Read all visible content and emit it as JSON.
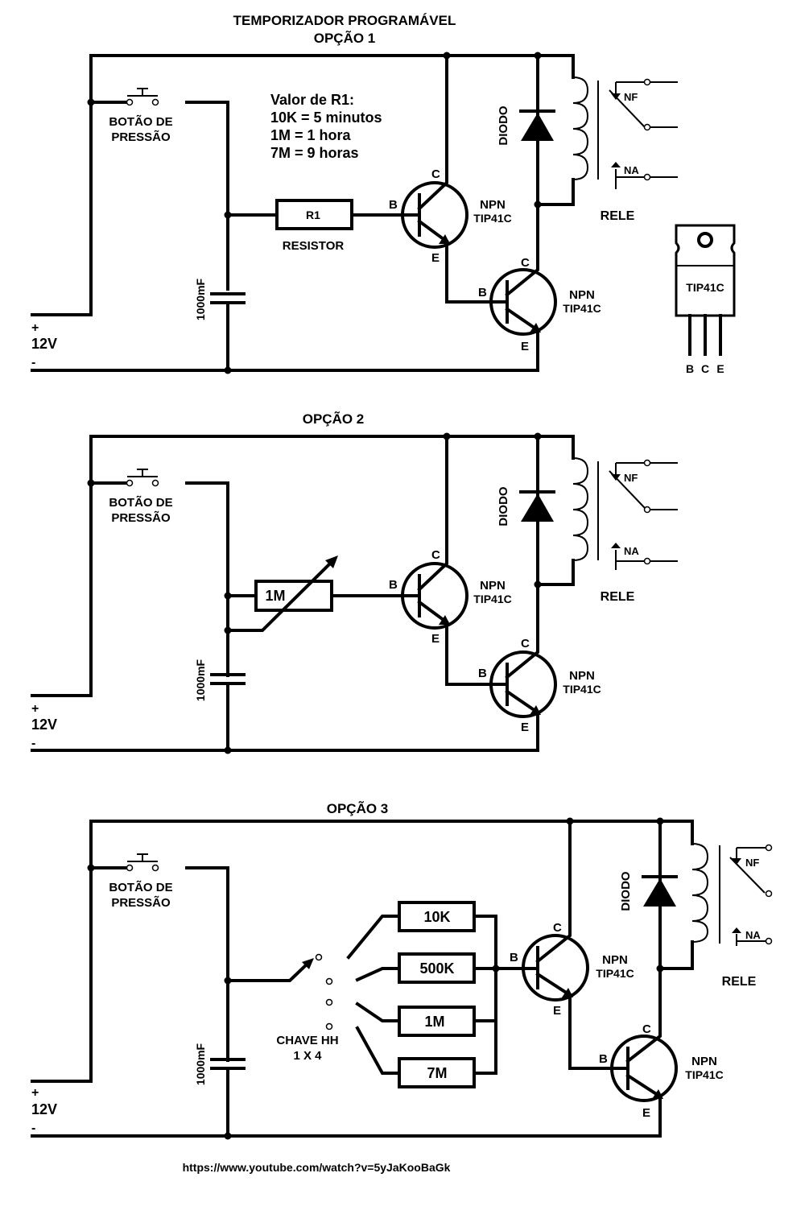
{
  "title": "TEMPORIZADOR PROGRAMÁVEL",
  "options": [
    {
      "title": "OPÇÃO 1",
      "button_label": [
        "BOTÃO DE",
        "PRESSÃO"
      ],
      "capacitor": "1000mF",
      "supply": {
        "plus": "+",
        "voltage": "12V",
        "minus": "-"
      },
      "resistor_label": "R1",
      "resistor_caption": "RESISTOR",
      "r1_values": [
        "Valor de R1:",
        "10K = 5 minutos",
        "1M = 1 hora",
        "7M = 9 horas"
      ],
      "transistor1": {
        "type": "NPN",
        "model": "TIP41C",
        "b": "B",
        "c": "C",
        "e": "E"
      },
      "transistor2": {
        "type": "NPN",
        "model": "TIP41C",
        "b": "B",
        "c": "C",
        "e": "E"
      },
      "diode": "DIODO",
      "relay": {
        "label": "RELE",
        "nf": "NF",
        "na": "NA"
      }
    },
    {
      "title": "OPÇÃO 2",
      "button_label": [
        "BOTÃO DE",
        "PRESSÃO"
      ],
      "capacitor": "1000mF",
      "supply": {
        "plus": "+",
        "voltage": "12V",
        "minus": "-"
      },
      "potentiometer": "1M",
      "transistor1": {
        "type": "NPN",
        "model": "TIP41C",
        "b": "B",
        "c": "C",
        "e": "E"
      },
      "transistor2": {
        "type": "NPN",
        "model": "TIP41C",
        "b": "B",
        "c": "C",
        "e": "E"
      },
      "diode": "DIODO",
      "relay": {
        "label": "RELE",
        "nf": "NF",
        "na": "NA"
      }
    },
    {
      "title": "OPÇÃO 3",
      "button_label": [
        "BOTÃO DE",
        "PRESSÃO"
      ],
      "capacitor": "1000mF",
      "supply": {
        "plus": "+",
        "voltage": "12V",
        "minus": "-"
      },
      "resistors": [
        "10K",
        "500K",
        "1M",
        "7M"
      ],
      "switch_label": [
        "CHAVE HH",
        "1 X 4"
      ],
      "transistor1": {
        "type": "NPN",
        "model": "TIP41C",
        "b": "B",
        "c": "C",
        "e": "E"
      },
      "transistor2": {
        "type": "NPN",
        "model": "TIP41C",
        "b": "B",
        "c": "C",
        "e": "E"
      },
      "diode": "DIODO",
      "relay": {
        "label": "RELE",
        "nf": "NF",
        "na": "NA"
      }
    }
  ],
  "package": {
    "model": "TIP41C",
    "pins": [
      "B",
      "C",
      "E"
    ]
  },
  "footer_url": "https://www.youtube.com/watch?v=5yJaKooBaGk"
}
